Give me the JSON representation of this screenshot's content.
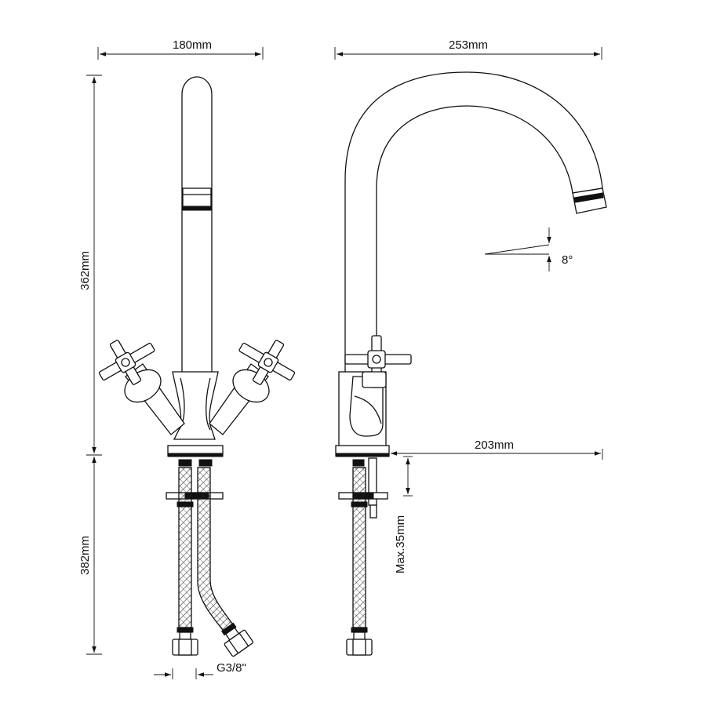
{
  "dimensions": {
    "front_width": "180mm",
    "side_width": "253mm",
    "spout_height": "362mm",
    "hose_length": "382mm",
    "spout_reach": "203mm",
    "max_deck_thickness": "Max.35mm",
    "connector_thread": "G3/8\"",
    "spout_angle": "8°"
  }
}
